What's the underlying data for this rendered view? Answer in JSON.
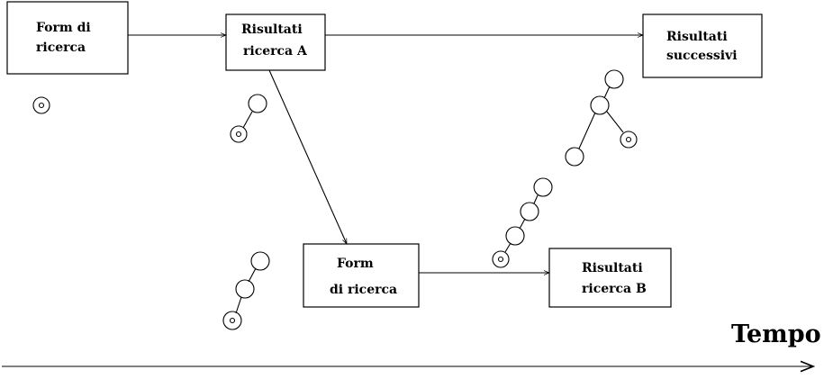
{
  "boxes": {
    "form1": {
      "line1": "Form di",
      "line2": "ricerca"
    },
    "resultsA": {
      "line1": "Risultati",
      "line2": "ricerca A"
    },
    "resultsNext": {
      "line1": "Risultati",
      "line2": "successivi"
    },
    "form2": {
      "line1": "Form",
      "line2": "di ricerca"
    },
    "resultsB": {
      "line1": "Risultati",
      "line2": "ricerca B"
    }
  },
  "axis": {
    "label": "Tempo"
  }
}
